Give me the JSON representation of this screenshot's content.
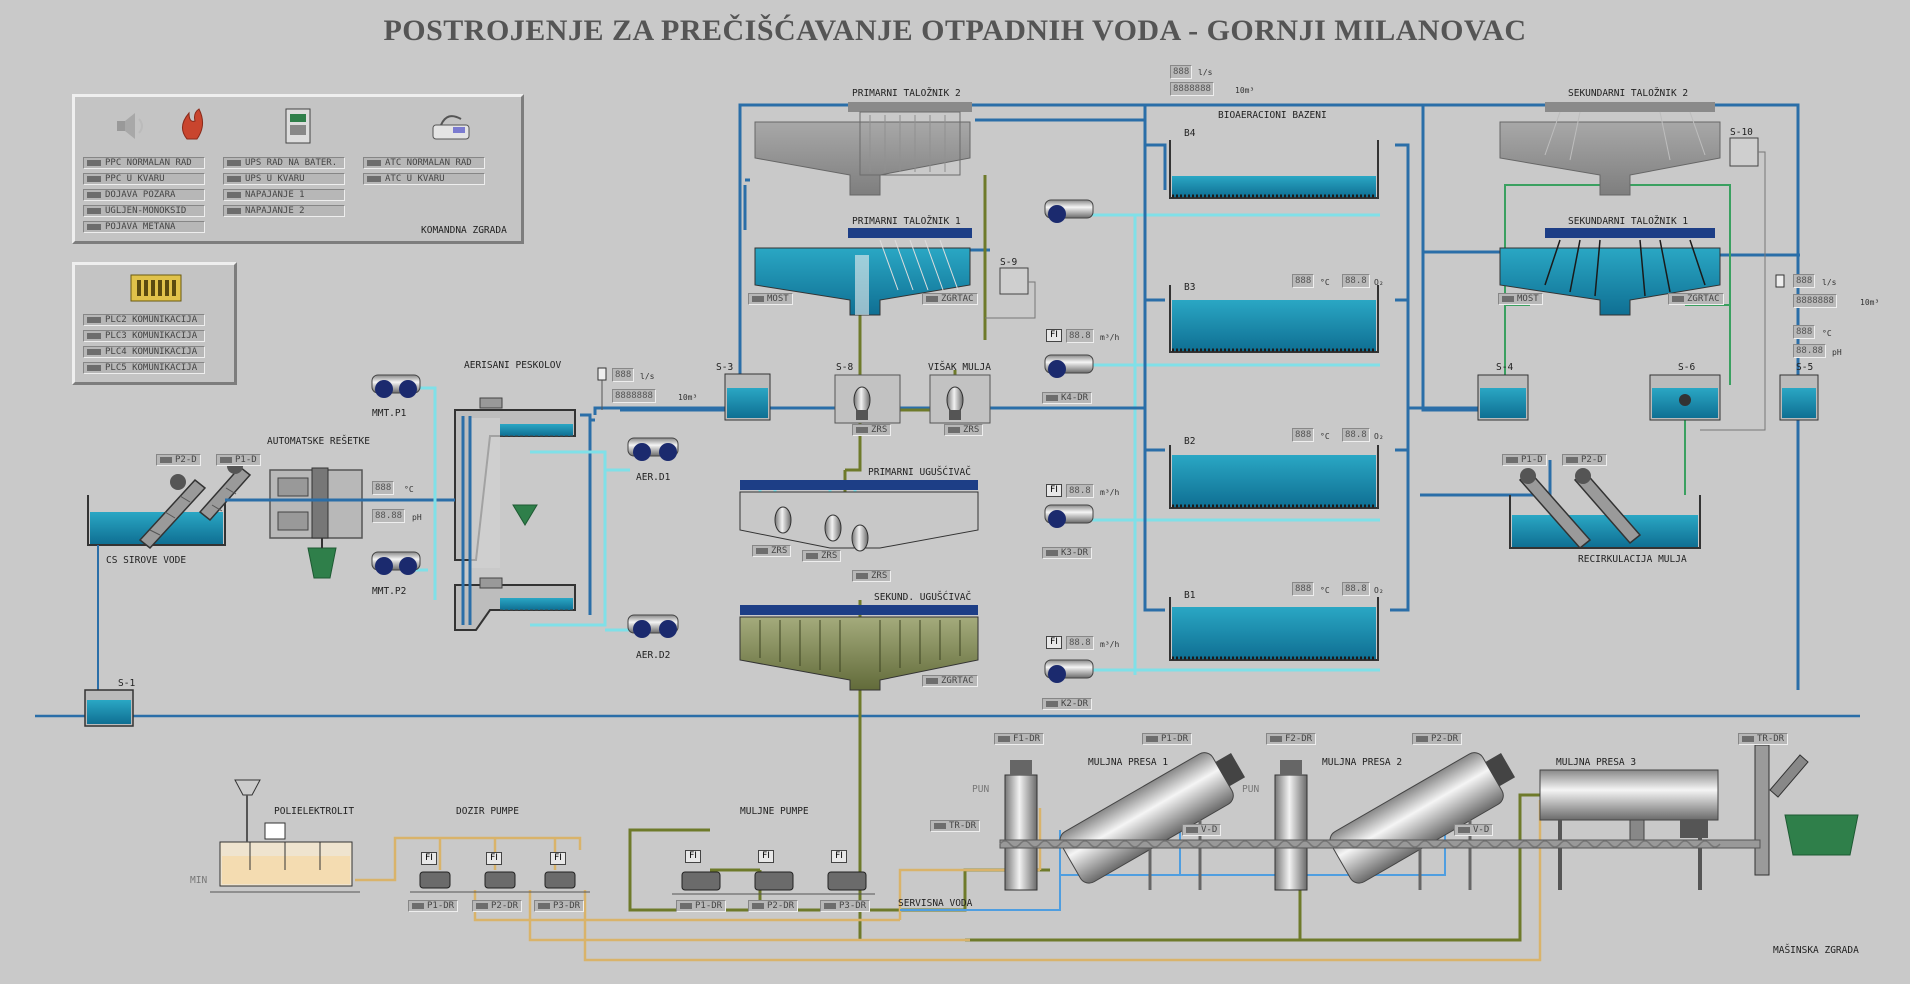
{
  "title": "POSTROJENJE ZA PREČIŠĆAVANJE OTPADNIH VODA - GORNJI MILANOVAC",
  "command_panel": {
    "label": "KOMANDNA ZGRADA",
    "col1": [
      "PPC NORMALAN RAD",
      "PPC U KVARU",
      "DOJAVA POZARA",
      "UGLJEN-MONOKSID",
      "POJAVA METANA"
    ],
    "col2": [
      "UPS RAD NA BATER.",
      "UPS U KVARU",
      "NAPAJANJE 1",
      "NAPAJANJE 2"
    ],
    "col3": [
      "ATC NORMALAN RAD",
      "ATC U KVARU"
    ]
  },
  "plc_panel": {
    "items": [
      "PLC2 KOMUNIKACIJA",
      "PLC3 KOMUNIKACIJA",
      "PLC4 KOMUNIKACIJA",
      "PLC5 KOMUNIKACIJA"
    ]
  },
  "labels": {
    "primarni_talaznik_2": "PRIMARNI TALOŽNIK 2",
    "primarni_talaznik_1": "PRIMARNI TALOŽNIK 1",
    "sekundarni_talaznik_2": "SEKUNDARNI TALOŽNIK 2",
    "sekundarni_talaznik_1": "SEKUNDARNI TALOŽNIK 1",
    "bioaeracioni": "BIOAERACIONI BAZENI",
    "aerisani": "AERISANI PESKOLOV",
    "resetke": "AUTOMATSKE REŠETKE",
    "cs": "CS SIROVE VODE",
    "visak": "VIŠAK MULJA",
    "primarni_ugus": "PRIMARNI UGUŠĆIVAČ",
    "sekund_ugus": "SEKUND. UGUŠĆIVAČ",
    "recirk": "RECIRKULACIJA MULJA",
    "polielektrolit": "POLIELEKTROLIT",
    "doz_pumpe": "DOZIR PUMPE",
    "muljne_pumpe": "MULJNE PUMPE",
    "presa1": "MULJNA PRESA 1",
    "presa2": "MULJNA PRESA 2",
    "presa3": "MULJNA PRESA 3",
    "servisna": "SERVISNA VODA",
    "masinska": "MAŠINSKA ZGRADA",
    "mmt_p1": "MMT.P1",
    "mmt_p2": "MMT.P2",
    "aer_d1": "AER.D1",
    "aer_d2": "AER.D2",
    "min": "MIN",
    "pun1": "PUN",
    "pun2": "PUN"
  },
  "sumps": {
    "s1": "S-1",
    "s3": "S-3",
    "s4": "S-4",
    "s5": "S-5",
    "s6": "S-6",
    "s8": "S-8",
    "s9": "S-9",
    "s10": "S-10"
  },
  "basins": {
    "b1": "B1",
    "b2": "B2",
    "b3": "B3",
    "b4": "B4"
  },
  "tags": {
    "p2d_left": "P2-D",
    "p1d_left": "P1-D",
    "p1d_right": "P1-D",
    "p2d_right": "P2-D",
    "most1": "MOST",
    "zgrtac1": "ZGRTAC",
    "most2": "MOST",
    "zgrtac2": "ZGRTAC",
    "zrs_s8": "ZRS",
    "zrs_visak": "ZRS",
    "zrs_u1": "ZRS",
    "zrs_u2": "ZRS",
    "zrs_u3": "ZRS",
    "zgrtac3": "ZGRTAC",
    "k4": "K4-DR",
    "k3": "K3-DR",
    "k2": "K2-DR",
    "f1dr": "F1-DR",
    "p1dr_press": "P1-DR",
    "f2dr": "F2-DR",
    "p2dr_press": "P2-DR",
    "tr_dr_left": "TR-DR",
    "tr_dr_right": "TR-DR",
    "v_d1": "V-D",
    "v_d2": "V-D",
    "dp1": "P1-DR",
    "dp2": "P2-DR",
    "dp3": "P3-DR",
    "mp1": "P1-DR",
    "mp2": "P2-DR",
    "mp3": "P3-DR"
  },
  "readouts": {
    "digits_a": "888",
    "digits_b": "88.8",
    "digits_c": "8888888",
    "digits_d": "88.88",
    "unit_ls": "l/s",
    "unit_m3": "10m³",
    "unit_c": "°C",
    "unit_ph": "pH",
    "unit_o2": "O₂",
    "unit_m3h": "m³/h",
    "fi": "FI"
  },
  "colors": {
    "water": "#1f8eb0",
    "pipe_blue": "#2a6ea8",
    "pipe_cyan": "#7fe0e8",
    "pipe_olive": "#6e7a2a",
    "pipe_tan": "#d9b36a",
    "sludge": "#7b8454",
    "green": "#2f7f4a"
  }
}
